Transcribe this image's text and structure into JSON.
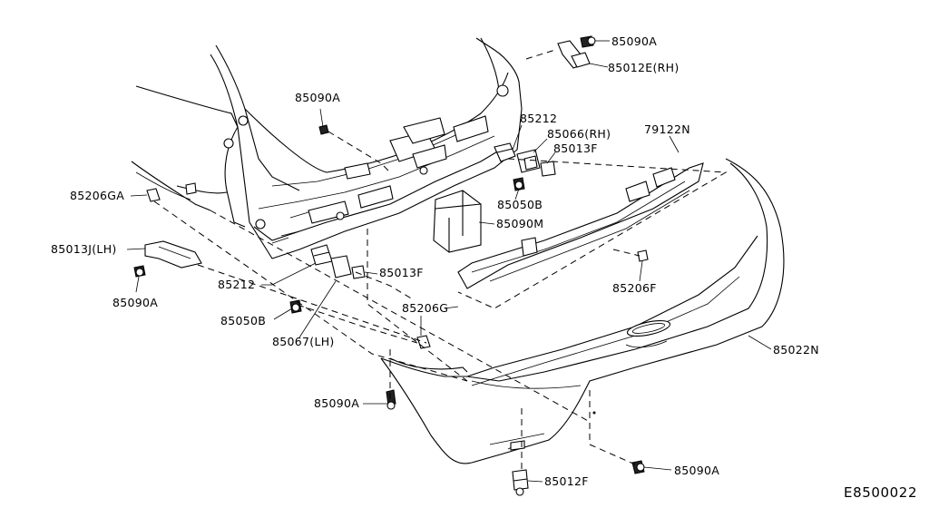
{
  "diagram": {
    "reference_code": "E8500022",
    "callouts": [
      {
        "id": "c1",
        "text": "85090A"
      },
      {
        "id": "c2",
        "text": "85012E(RH)"
      },
      {
        "id": "c3",
        "text": "85090A"
      },
      {
        "id": "c4",
        "text": "85212"
      },
      {
        "id": "c5",
        "text": "85066(RH)"
      },
      {
        "id": "c6",
        "text": "85013F"
      },
      {
        "id": "c7",
        "text": "79122N"
      },
      {
        "id": "c8",
        "text": "85206GA"
      },
      {
        "id": "c9",
        "text": "85050B"
      },
      {
        "id": "c10",
        "text": "85090M"
      },
      {
        "id": "c11",
        "text": "85013J(LH)"
      },
      {
        "id": "c12",
        "text": "85090A"
      },
      {
        "id": "c13",
        "text": "85212"
      },
      {
        "id": "c14",
        "text": "85013F"
      },
      {
        "id": "c15",
        "text": "85206F"
      },
      {
        "id": "c16",
        "text": "85206G"
      },
      {
        "id": "c17",
        "text": "85050B"
      },
      {
        "id": "c18",
        "text": "85067(LH)"
      },
      {
        "id": "c19",
        "text": "85022N"
      },
      {
        "id": "c20",
        "text": "85090A"
      },
      {
        "id": "c21",
        "text": "85090A"
      },
      {
        "id": "c22",
        "text": "85012F"
      }
    ]
  }
}
